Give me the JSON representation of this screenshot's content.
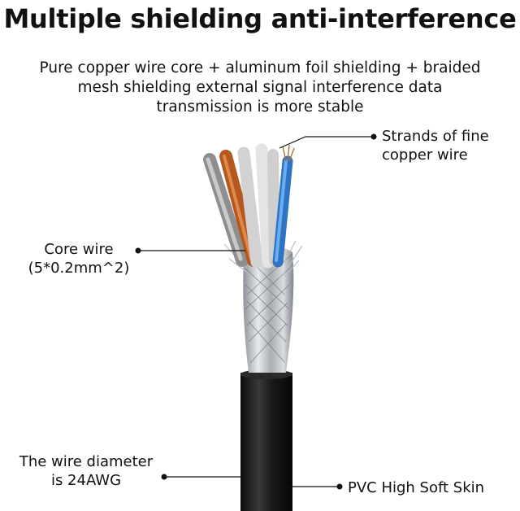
{
  "title": "Multiple shielding anti-interference",
  "subtitle": "Pure copper wire core + aluminum foil shielding + braided\nmesh shielding external signal interference data\ntransmission is more stable",
  "callouts": {
    "strands": "Strands of fine\ncopper wire",
    "core": "Core wire\n(5*0.2mm^2)",
    "diameter": "The wire diameter\nis 24AWG",
    "skin": "PVC High Soft Skin"
  },
  "colors": {
    "jacket": "#1c1c1c",
    "foil": "#b8bcc2",
    "wire_gray": "#9a9a9a",
    "wire_orange": "#c0642a",
    "wire_white": "#e6e6e6",
    "wire_blue": "#2f7fd0",
    "copper": "#b07a3e"
  }
}
